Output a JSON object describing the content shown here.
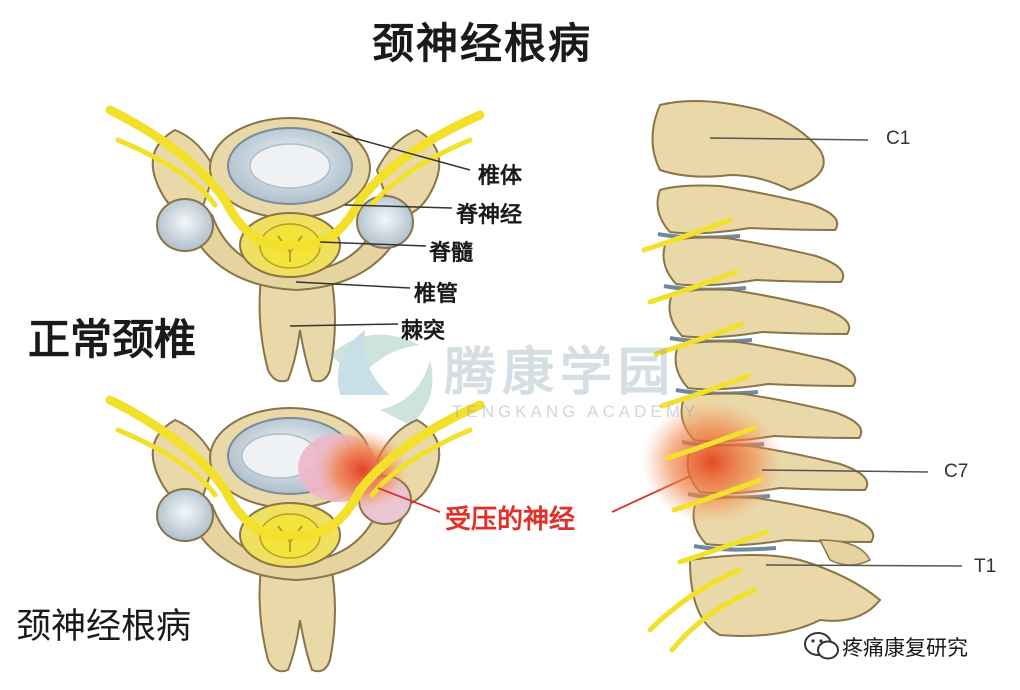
{
  "title": "颈神经根病",
  "normal_caption": "正常颈椎",
  "radiculopathy_caption": "颈神经根病",
  "labels": {
    "vertebral_body": "椎体",
    "spinal_nerve": "脊神经",
    "spinal_cord": "脊髓",
    "spinal_canal": "椎管",
    "spinous_process": "棘突",
    "compressed_nerve": "受压的神经"
  },
  "vertebra_labels": {
    "c1": "C1",
    "c7": "C7",
    "t1": "T1"
  },
  "watermark": {
    "cn": "腾康学园",
    "en": "TENGKANG ACADEMY"
  },
  "source_badge": "疼痛康复研究",
  "colors": {
    "bone": "#ead9a8",
    "bone_outline": "#8a7448",
    "nerve": "#f2e02a",
    "cord": "#f3e33a",
    "disc": "#cfdbe4",
    "inflammation": "#e8562a",
    "compressed_label": "#e0302a"
  }
}
